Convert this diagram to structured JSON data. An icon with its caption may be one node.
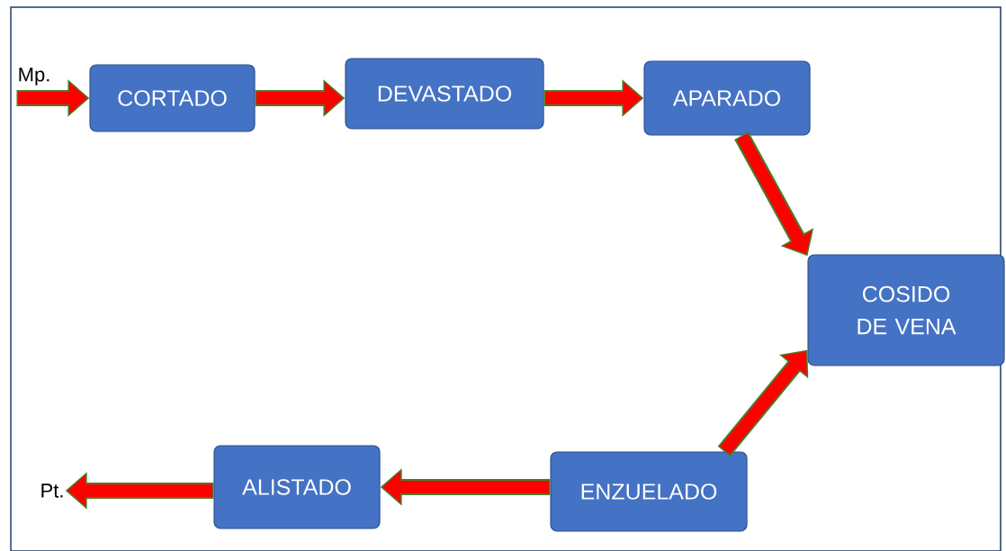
{
  "diagram": {
    "nodes": [
      {
        "text": [
          "Mp."
        ]
      },
      {
        "text": [
          "CORTADO"
        ]
      },
      {
        "text": [
          "DEVASTADO"
        ]
      },
      {
        "text": [
          "APARADO"
        ]
      },
      {
        "text": [
          "COSIDO DE VENA"
        ]
      },
      {
        "text": [
          "ENZUELADO"
        ]
      },
      {
        "text": [
          "ALISTADO"
        ]
      },
      {
        "text": [
          "Pt."
        ]
      }
    ],
    "edges": [
      {
        "from": 0,
        "to": 1,
        "arrow": "to"
      },
      {
        "from": 1,
        "to": 2,
        "arrow": "to"
      },
      {
        "from": 2,
        "to": 3,
        "arrow": "to"
      },
      {
        "from": 3,
        "to": 4,
        "arrow": "to"
      },
      {
        "from": 5,
        "to": 4,
        "arrow": "to"
      },
      {
        "from": 5,
        "to": 6,
        "arrow": "to"
      },
      {
        "from": 6,
        "to": 7,
        "arrow": "to"
      }
    ]
  }
}
